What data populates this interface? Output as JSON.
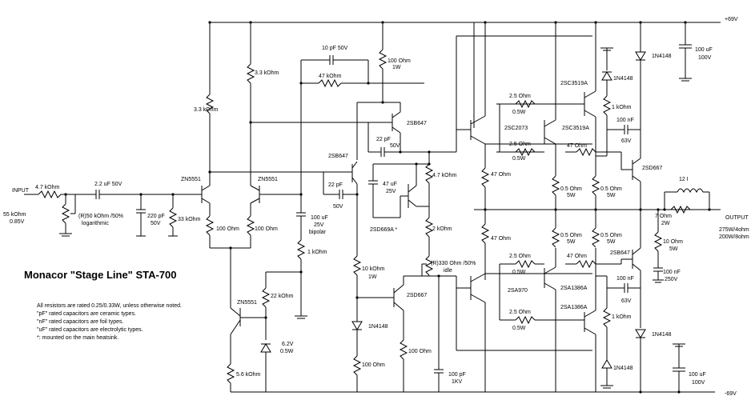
{
  "title": "Monacor \"Stage Line\" STA-700",
  "rails": {
    "pos": "+69V",
    "neg": "-69V"
  },
  "input": {
    "label": "INPUT",
    "impedance": "55 kOhm",
    "level": "0.85V"
  },
  "output": {
    "label": "OUTPUT",
    "spec1": "275W/4ohm",
    "spec2": "200W/8ohm"
  },
  "notes": [
    "All resistors are rated 0.25/0.33W, unless otherwise noted.",
    "\"pF\" rated capacitors are ceramic types.",
    "\"nF\" rated capacitors are foil types.",
    "\"uF\" rated capacitors are electrolytic types.",
    "*: mounted on the main heatsink."
  ],
  "labels": {
    "r_in": "4.7 kOhm",
    "c_in": "2.2 uF 50V",
    "pot_vol1": "(R)50 kOhm /50%",
    "pot_vol2": "logarithmic",
    "c220_1": "220 pF",
    "c220_2": "50V",
    "r33k": "33 kOhm",
    "r33_left": "3.3 kOhm",
    "r33_top": "3.3 kOhm",
    "q_zn5551_a": "ZN5551",
    "q_zn5551_b": "ZN5551",
    "r100_a": "100 Ohm",
    "r100_b": "100 Ohm",
    "c10p_top": "10 pF 50V",
    "r47k_fb": "47 kOhm",
    "r100_1w_1": "100 Ohm",
    "r100_1w_2": "1W",
    "q_2sb647_top": "2SB647",
    "q_2sb647_left": "2SB647",
    "c22p_1": "22 pF",
    "c22p_1v": "50V",
    "c22p_2": "22 pF",
    "c22p_2v": "50V",
    "c47u_1": "47 uF",
    "c47u_2": "25V",
    "r47k_mid": "4.7 kOhm",
    "q_2sd669a": "2SD669A *",
    "r2k": "2 kOhm",
    "pot_idle1": "(R)330 Ohm /50%",
    "pot_idle2": "idle",
    "c100u_bp1": "100 uF",
    "c100u_bp2": "25V",
    "c100u_bp3": "bipolar",
    "r1k_mid": "1 kOhm",
    "r22k": "22 kOhm",
    "q_zn5551_c": "ZN5551",
    "z62_1": "6.2V",
    "z62_2": "0.5W",
    "r56k": "5.6 kOhm",
    "r10k_1": "10 kOhm",
    "r10k_2": "1W",
    "d_1n4148_a": "1N4148",
    "r100_low": "100 Ohm",
    "q_2sd667_low": "2SD667",
    "r100_right_low": "100 Ohm",
    "c100p_1": "100 pF",
    "c100p_2": "1KV",
    "q_2sc2073": "2SC2073",
    "q_2sa970": "2SA970",
    "r47_a": "47 Ohm",
    "r47_b": "47 Ohm",
    "r25_a1": "2.5 Ohm",
    "r25_a2": "0.5W",
    "r25_b1": "2.5 Ohm",
    "r25_b2": "0.5W",
    "r25_c1": "2.5 Ohm",
    "r25_c2": "0.5W",
    "r25_d1": "2.5 Ohm",
    "r25_d2": "0.5W",
    "q_2sc3519a_1": "2SC3519A",
    "q_2sc3519a_2": "2SC3519A",
    "q_2sa1386a_1": "2SA1386A",
    "q_2sa1386a_2": "2SA1386A",
    "r05_a1": "0.5 Ohm",
    "r05_a2": "5W",
    "r05_b1": "0.5 Ohm",
    "r05_b2": "5W",
    "r05_c1": "0.5 Ohm",
    "r05_c2": "5W",
    "r05_d1": "0.5 Ohm",
    "r05_d2": "5W",
    "d_1n4148_b": "1N4148",
    "d_1n4148_c": "1N4148",
    "d_1n4148_d": "1N4148",
    "d_1n4148_e": "1N4148",
    "r1k_top": "1 kOhm",
    "r1k_bot": "1 kOhm",
    "c100n_a1": "100 nF",
    "c100n_a2": "63V",
    "c100n_b1": "100 nF",
    "c100n_b2": "63V",
    "r47_c": "47 Ohm",
    "r47_d": "47 Ohm",
    "q_2sd667_r": "2SD667",
    "q_2sb647_r": "2SB647",
    "l12": "12 I",
    "r7_1": "7 Ohm",
    "r7_2": "2W",
    "r10_1": "10 Ohm",
    "r10_2": "5W",
    "c100n_out1": "100 nF",
    "c100n_out2": "250V",
    "c100u_top1": "100 uF",
    "c100u_top2": "100V",
    "c100u_bot1": "100 uF",
    "c100u_bot2": "100V"
  }
}
